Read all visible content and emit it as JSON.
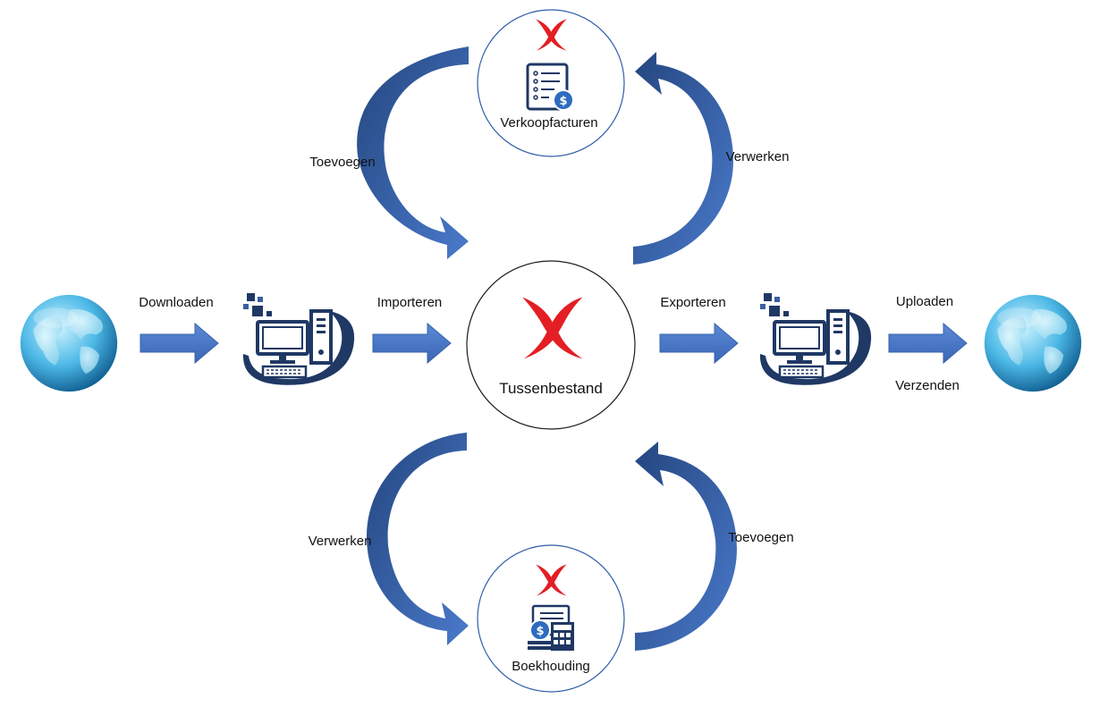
{
  "nodes": {
    "center": {
      "label": "Tussenbestand"
    },
    "top": {
      "label": "Verkoopfacturen"
    },
    "bottom": {
      "label": "Boekhouding"
    }
  },
  "flows": {
    "downloaden": "Downloaden",
    "importeren": "Importeren",
    "exporteren": "Exporteren",
    "uploaden": "Uploaden",
    "verzenden": "Verzenden",
    "top_left": "Toevoegen",
    "top_right": "Verwerken",
    "bottom_left": "Verwerken",
    "bottom_right": "Toevoegen"
  },
  "colors": {
    "arrow_light": "#4a79c9",
    "arrow_dark": "#2a4f93",
    "logo_red": "#e31e24",
    "icon_navy": "#1f3864",
    "circle_border": "#2e5da8"
  },
  "icons": {
    "globe_left": "globe-icon",
    "globe_right": "globe-icon",
    "computer_left": "computer-icon",
    "computer_right": "computer-icon",
    "logo": "x-logo-icon",
    "invoice": "invoice-icon",
    "accounting": "accounting-icon"
  }
}
